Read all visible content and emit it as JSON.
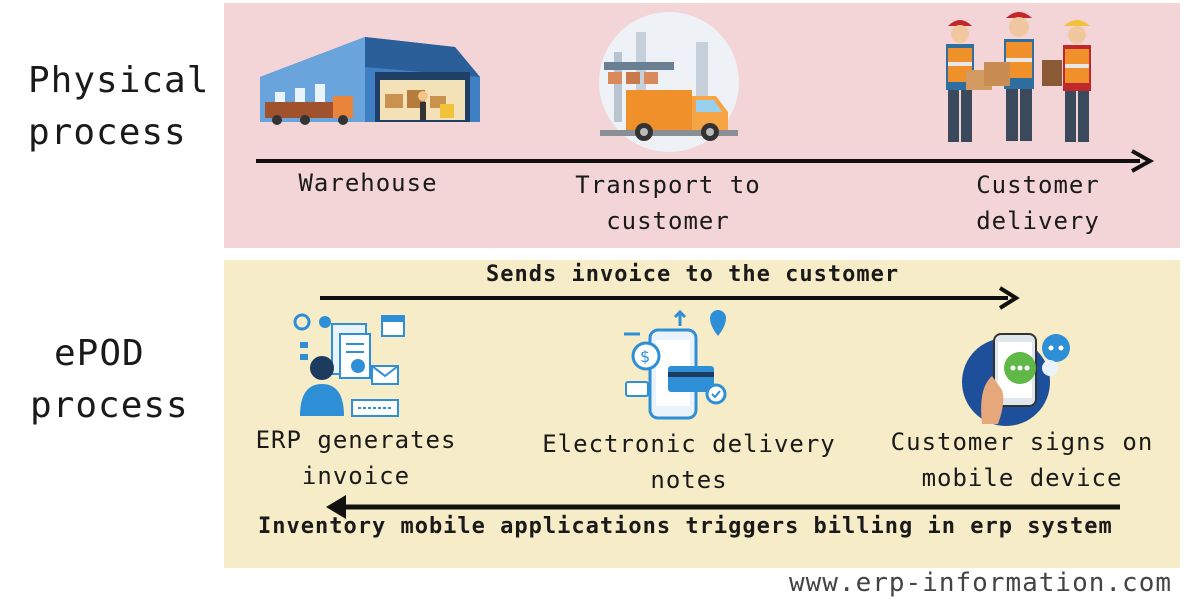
{
  "sections": {
    "physical": {
      "label_line1": "Physical",
      "label_line2": "process"
    },
    "epod": {
      "label_line1": "ePOD",
      "label_line2": "process"
    }
  },
  "physical_steps": [
    {
      "line1": "Warehouse",
      "line2": "",
      "icon": "warehouse-icon"
    },
    {
      "line1": "Transport to",
      "line2": "customer",
      "icon": "delivery-truck-icon"
    },
    {
      "line1": "Customer",
      "line2": "delivery",
      "icon": "delivery-workers-icon"
    }
  ],
  "epod_steps": [
    {
      "line1": "ERP generates",
      "line2": "invoice",
      "icon": "erp-computer-icon"
    },
    {
      "line1": "Electronic delivery",
      "line2": "notes",
      "icon": "mobile-payment-icon"
    },
    {
      "line1": "Customer signs on",
      "line2": "mobile device",
      "icon": "hand-phone-icon"
    }
  ],
  "flows": {
    "forward": "Sends invoice to the customer",
    "backward": "Inventory mobile applications triggers billing in erp system"
  },
  "footer": "www.erp-information.com",
  "colors": {
    "physical_panel": "#f3d5d7",
    "epod_panel": "#f6ecc8",
    "arrow": "#111111",
    "accent_blue": "#2f8fd6",
    "accent_orange": "#f0902a"
  }
}
